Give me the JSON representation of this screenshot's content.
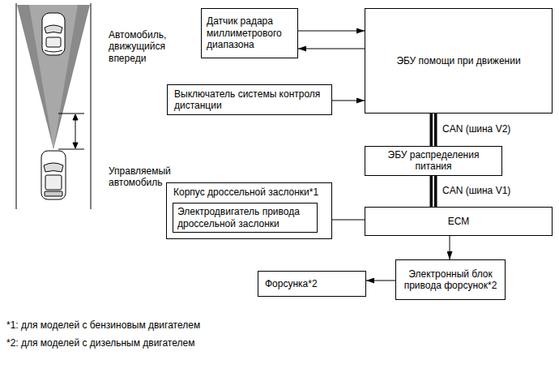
{
  "diagram": {
    "nodes": [
      {
        "text": [
          "Датчик радара миллиметрового диапазона"
        ]
      },
      {
        "text": [
          "ЭБУ помощи при движении"
        ]
      },
      {
        "text": [
          "Выключатель системы контроля дистанции"
        ]
      },
      {
        "text": [
          "ЭБУ распределения питания"
        ]
      },
      {
        "text": [
          "Корпус дроссельной заслонки*1"
        ]
      },
      {
        "text": [
          "Электродвигатель привода дроссельной заслонки"
        ],
        "in": 4
      },
      {
        "text": [
          "ECM"
        ]
      },
      {
        "text": [
          "Форсунка*2"
        ]
      },
      {
        "text": [
          "Электронный блок привода форсунок*2"
        ]
      }
    ],
    "edges": [
      {
        "from": 0,
        "to": 1,
        "arrow": "to"
      },
      {
        "from": 1,
        "to": 0,
        "arrow": "to"
      },
      {
        "from": 2,
        "to": 1,
        "arrow": "to"
      },
      {
        "from": 1,
        "to": 3,
        "label": "CAN (шина V2)",
        "arrow": "none"
      },
      {
        "from": 3,
        "to": 6,
        "label": "CAN (шина V1)",
        "arrow": "none"
      },
      {
        "from": 6,
        "to": 5,
        "arrow": "to"
      },
      {
        "from": 6,
        "to": 8,
        "arrow": "to"
      },
      {
        "from": 8,
        "to": 7,
        "arrow": "to"
      }
    ],
    "labels": [
      "Автомобиль, движущийся впереди",
      "Управляемый автомобиль",
      "*1: для моделей с бензиновым двигателем",
      "*2: для моделей с дизельным двигателем"
    ]
  }
}
